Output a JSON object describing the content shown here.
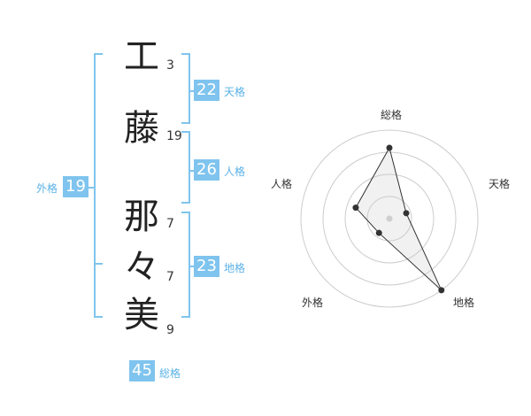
{
  "name_chars": [
    {
      "char": "工",
      "strokes": "3"
    },
    {
      "char": "藤",
      "strokes": "19"
    },
    {
      "char": "那",
      "strokes": "7"
    },
    {
      "char": "々",
      "strokes": "7"
    },
    {
      "char": "美",
      "strokes": "9"
    }
  ],
  "fortunes": {
    "tenkaku": {
      "value": "22",
      "label": "天格"
    },
    "jinkaku": {
      "value": "26",
      "label": "人格"
    },
    "chikaku": {
      "value": "23",
      "label": "地格"
    },
    "gaikaku": {
      "value": "19",
      "label": "外格"
    },
    "soukaku": {
      "value": "45",
      "label": "総格"
    }
  },
  "colors": {
    "accent": "#7fc4ee",
    "bracket": "#7fc4ee",
    "label": "#5ab2e6"
  },
  "chart_data": {
    "type": "radar",
    "axes": [
      "総格",
      "天格",
      "地格",
      "外格",
      "人格"
    ],
    "values": [
      4,
      1,
      5,
      1,
      2
    ],
    "rings": 4,
    "max": 5
  }
}
